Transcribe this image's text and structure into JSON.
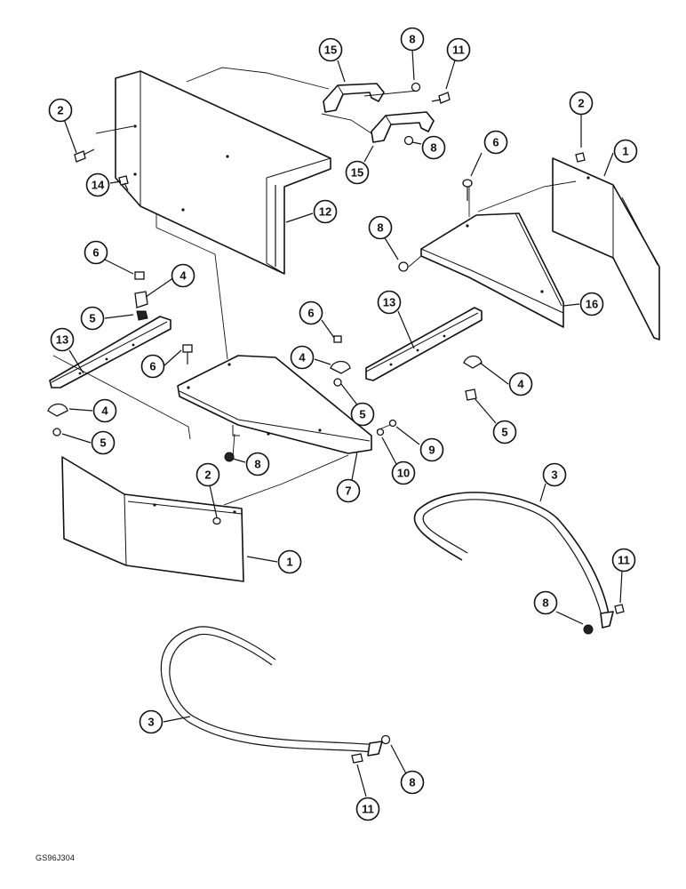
{
  "figure_code": "GS96J304",
  "callouts": [
    {
      "id": "c15a",
      "label": "15"
    },
    {
      "id": "c8a",
      "label": "8"
    },
    {
      "id": "c11a",
      "label": "11"
    },
    {
      "id": "c2a",
      "label": "2"
    },
    {
      "id": "c14",
      "label": "14"
    },
    {
      "id": "c15b",
      "label": "15"
    },
    {
      "id": "c8b",
      "label": "8"
    },
    {
      "id": "c6a",
      "label": "6"
    },
    {
      "id": "c2b",
      "label": "2"
    },
    {
      "id": "c1a",
      "label": "1"
    },
    {
      "id": "c12",
      "label": "12"
    },
    {
      "id": "c8c",
      "label": "8"
    },
    {
      "id": "c6b",
      "label": "6"
    },
    {
      "id": "c4a",
      "label": "4"
    },
    {
      "id": "c5a",
      "label": "5"
    },
    {
      "id": "c13a",
      "label": "13"
    },
    {
      "id": "c6c",
      "label": "6"
    },
    {
      "id": "c13b",
      "label": "13"
    },
    {
      "id": "c16",
      "label": "16"
    },
    {
      "id": "c6d",
      "label": "6"
    },
    {
      "id": "c4b",
      "label": "4"
    },
    {
      "id": "c5b",
      "label": "5"
    },
    {
      "id": "c4c",
      "label": "4"
    },
    {
      "id": "c5c",
      "label": "5"
    },
    {
      "id": "c4d",
      "label": "4"
    },
    {
      "id": "c5d",
      "label": "5"
    },
    {
      "id": "c9",
      "label": "9"
    },
    {
      "id": "c10",
      "label": "10"
    },
    {
      "id": "c8d",
      "label": "8"
    },
    {
      "id": "c7",
      "label": "7"
    },
    {
      "id": "c2c",
      "label": "2"
    },
    {
      "id": "c1b",
      "label": "1"
    },
    {
      "id": "c3a",
      "label": "3"
    },
    {
      "id": "c11b",
      "label": "11"
    },
    {
      "id": "c8e",
      "label": "8"
    },
    {
      "id": "c3b",
      "label": "3"
    },
    {
      "id": "c8f",
      "label": "8"
    },
    {
      "id": "c11c",
      "label": "11"
    }
  ]
}
